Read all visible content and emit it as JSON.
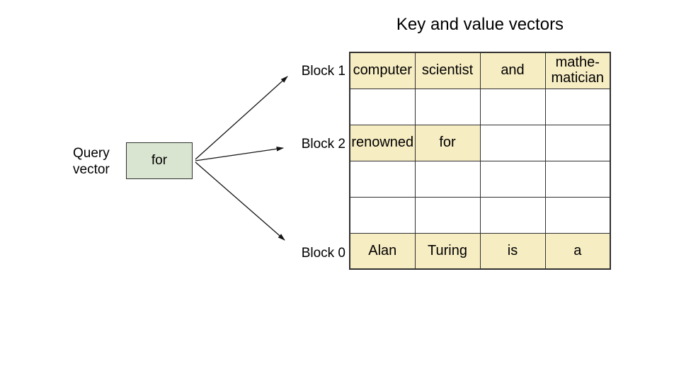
{
  "title": "Key and value vectors",
  "query_vector": {
    "label": "Query\nvector",
    "token": "for"
  },
  "block_labels": {
    "top": "Block 1",
    "middle": "Block 2",
    "bottom": "Block 0"
  },
  "table": {
    "rows": [
      {
        "cells": [
          "computer",
          "scientist",
          "and",
          "mathe-\nmatician"
        ],
        "highlighted": [
          true,
          true,
          true,
          true
        ]
      },
      {
        "cells": [
          "",
          "",
          "",
          ""
        ],
        "highlighted": [
          false,
          false,
          false,
          false
        ]
      },
      {
        "cells": [
          "renowned",
          "for",
          "",
          ""
        ],
        "highlighted": [
          true,
          true,
          false,
          false
        ]
      },
      {
        "cells": [
          "",
          "",
          "",
          ""
        ],
        "highlighted": [
          false,
          false,
          false,
          false
        ]
      },
      {
        "cells": [
          "",
          "",
          "",
          ""
        ],
        "highlighted": [
          false,
          false,
          false,
          false
        ]
      },
      {
        "cells": [
          "Alan",
          "Turing",
          "is",
          "a"
        ],
        "highlighted": [
          true,
          true,
          true,
          true
        ]
      }
    ]
  },
  "colors": {
    "highlight": "#F7EDC3",
    "query-box": "#D9E5D0",
    "line": "#303030",
    "arrow": "#141414",
    "text": "#000000"
  }
}
